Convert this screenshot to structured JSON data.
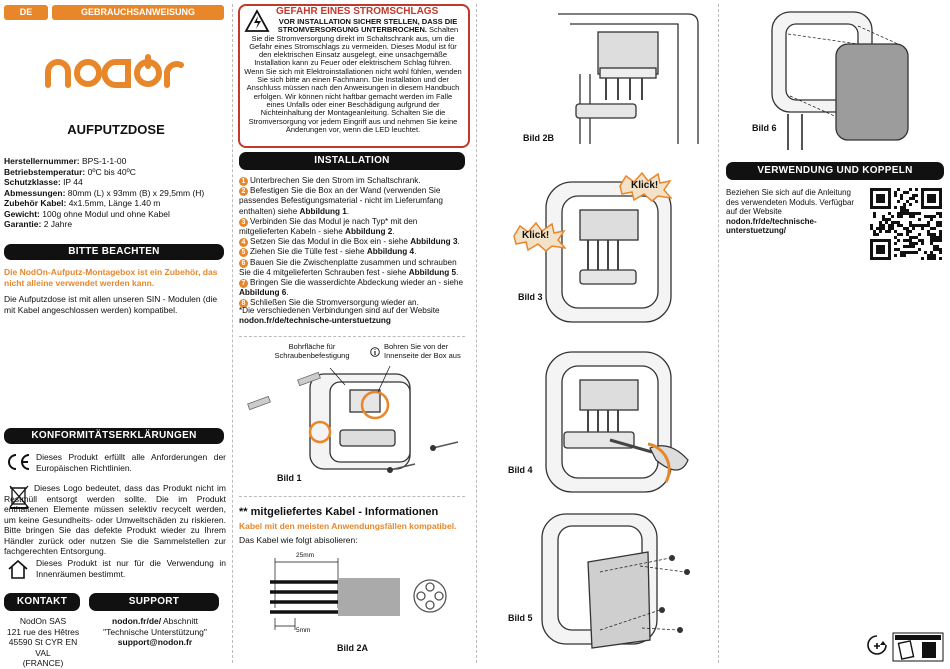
{
  "header": {
    "lang": "DE",
    "title": "GEBRAUCHSANWEISUNG"
  },
  "brand": {
    "logo": "nodon",
    "accent": "#e8862a"
  },
  "product_title": "AUFPUTZDOSE",
  "specs": [
    {
      "k": "Herstellernummer:",
      "v": " BPS-1-1-00"
    },
    {
      "k": "Betriebstemperatur:",
      "v": " 0ºC bis 40ºC"
    },
    {
      "k": "Schutzklasse:",
      "v": " IP 44"
    },
    {
      "k": "Abmessungen:",
      "v": " 80mm (L) x 93mm (B) x 29,5mm (H)"
    },
    {
      "k": "Zubehör Kabel:",
      "v": " 4x1.5mm, Länge 1.40 m"
    },
    {
      "k": "Gewicht:",
      "v": " 100g ohne Modul und ohne Kabel"
    },
    {
      "k": "Garantie:",
      "v": " 2 Jahre"
    }
  ],
  "notice": {
    "title": "BITTE BEACHTEN",
    "highlight": "Die NodOn-Aufputz-Montagebox ist ein Zubehör, das nicht alleine verwendet werden kann.",
    "text": "Die Aufputzdose ist mit allen unseren SIN - Modulen (die mit Kabel angeschlossen werden) kompatibel."
  },
  "conformity": {
    "title": "KONFORMITÄTSERKLÄRUNGEN",
    "ce": "Dieses Produkt erfüllt alle Anforderungen der Europäischen Richtlinien.",
    "weee": "Dieses Logo bedeutet, dass das Produkt nicht im Restmüll entsorgt werden sollte. Die im Produkt enthaltenen Elemente müssen selektiv recycelt werden, um keine Gesundheits- oder Umweltschäden zu riskieren. Bitte bringen Sie das defekte Produkt wieder zu Ihrem Händler zurück oder nutzen Sie die Sammelstellen zur fachgerechten Entsorgung.",
    "indoor": "Dieses Produkt ist nur für die Verwendung in Innenräumen bestimmt."
  },
  "contact": {
    "title": "KONTAKT",
    "lines": [
      "NodOn SAS",
      "121 rue des Hêtres",
      "45590 St CYR EN VAL",
      "(FRANCE)"
    ]
  },
  "support": {
    "title": "SUPPORT",
    "link": "nodon.fr/de/",
    "section": " Abschnitt",
    "quote": "\"Technische Unterstützung\"",
    "email": "support@nodon.fr"
  },
  "danger": {
    "title": "GEFAHR EINES STROMSCHLAGS",
    "bold": "VOR INSTALLATION SICHER STELLEN, DASS DIE STROMVERSORGUNG UNTERBROCHEN.",
    "text": " Schalten Sie die Stromversorgung direkt im Schaltschrank aus, um die Gefahr eines Stromschlags zu vermeiden. Dieses Modul ist für den elektrischen Einsatz ausgelegt, eine unsachgemäße Installation kann zu Feuer oder elektrischem Schlag führen. Wenn Sie sich mit Elektroinstallationen nicht wohl fühlen, wenden Sie sich bitte an einen Fachmann. Die Installation und der Anschluss müssen nach den Anweisungen in diesem Handbuch erfolgen. Wir können nicht haftbar gemacht werden im Falle eines Unfalls oder einer Beschädigung aufgrund der Nichteinhaltung der Montageanleitung. Schalten Sie die Stromversorgung vor jedem Eingriff aus und nehmen Sie keine Änderungen vor, wenn die LED leuchtet."
  },
  "installation": {
    "title": "INSTALLATION",
    "steps": [
      {
        "n": "1",
        "text": "Unterbrechen Sie den Strom im Schaltschrank."
      },
      {
        "n": "2",
        "text": "Befestigen Sie die Box an der Wand (verwenden Sie passendes Befestigungsmaterial - nicht im Lieferumfang enthalten) siehe ",
        "ref": "Abbildung 1",
        "end": "."
      },
      {
        "n": "3",
        "text": "Verbinden Sie das Modul je nach Typ* mit den mitgelieferten Kabeln - siehe ",
        "ref": "Abbildung 2",
        "end": "."
      },
      {
        "n": "4",
        "text": "Setzen Sie das Modul in die Box ein - siehe ",
        "ref": "Abbildung 3",
        "end": "."
      },
      {
        "n": "5",
        "text": "Ziehen Sie die Tülle fest - siehe ",
        "ref": "Abbildung 4",
        "end": "."
      },
      {
        "n": "6",
        "text": "Bauen Sie die Zwischenplatte zusammen und schrauben Sie die 4 mitgelieferten Schrauben fest - siehe ",
        "ref": "Abbildung 5",
        "end": "."
      },
      {
        "n": "7",
        "text": "Bringen Sie die wasserdichte Abdeckung wieder an - siehe ",
        "ref": "Abbildung 6",
        "end": "."
      },
      {
        "n": "8",
        "text": "Schließen Sie die Stromversorgung wieder an."
      }
    ],
    "footnote": "*Die verschiedenen Verbindungen sind auf der Website",
    "footnote_link": "nodon.fr/de/technische-unterstuetzung"
  },
  "bild1": {
    "label": "Bild 1",
    "callout_left": "Bohrfläche für Schraubenbefestigung",
    "callout_right": "Bohren Sie von der Innenseite der Box aus"
  },
  "cable": {
    "title": "** mitgeliefertes Kabel - Informationen",
    "subtitle": "Kabel mit den meisten Anwendungsfällen kompatibel.",
    "text": "Das Kabel wie folgt abisolieren:",
    "dim_25": "25mm",
    "dim_5": "5mm",
    "label": "Bild 2A"
  },
  "figures": {
    "bild2b": "Bild 2B",
    "bild3": "Bild 3",
    "bild4": "Bild 4",
    "bild5": "Bild 5",
    "bild6": "Bild 6",
    "klick1": "Klick!",
    "klick2": "Klick!"
  },
  "usage": {
    "title": "VERWENDUNG UND KOPPELN",
    "text": "Beziehen Sie sich auf die Anleitung des verwendeten Moduls. Verfügbar auf der Website ",
    "link": "nodon.fr/de/technische-unterstuetzung/"
  }
}
